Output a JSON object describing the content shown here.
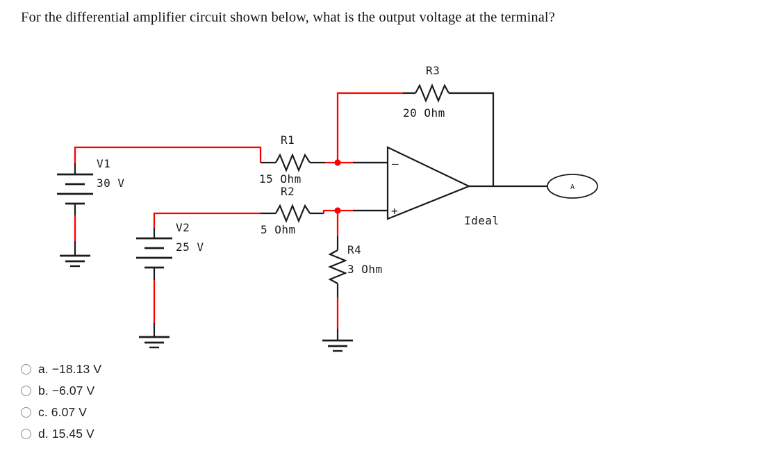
{
  "question": {
    "prompt": "For the differential amplifier circuit shown below, what is the output voltage at the terminal?"
  },
  "circuit": {
    "colors": {
      "wire_red": "#ff0000",
      "wire_black": "#1a1a1a",
      "node_dot": "#ff0000",
      "text": "#1a1a1a"
    },
    "sources": [
      {
        "id": "V1",
        "name": "V1",
        "value": "30 V"
      },
      {
        "id": "V2",
        "name": "V2",
        "value": "25 V"
      }
    ],
    "resistors": [
      {
        "id": "R1",
        "name": "R1",
        "value": "15  Ohm"
      },
      {
        "id": "R2",
        "name": "R2",
        "value": "5  Ohm"
      },
      {
        "id": "R3",
        "name": "R3",
        "value": "20  Ohm"
      },
      {
        "id": "R4",
        "name": "R4",
        "value": "3  Ohm"
      }
    ],
    "opamp": {
      "type_label": "Ideal",
      "inverting_label": "–",
      "noninverting_label": "+"
    },
    "output_terminal": {
      "label": "A"
    }
  },
  "answers": {
    "options": [
      {
        "key": "a.",
        "text": "a. −18.13 V"
      },
      {
        "key": "b.",
        "text": "b. −6.07 V"
      },
      {
        "key": "c.",
        "text": "c. 6.07 V"
      },
      {
        "key": "d.",
        "text": "d. 15.45 V"
      }
    ]
  }
}
